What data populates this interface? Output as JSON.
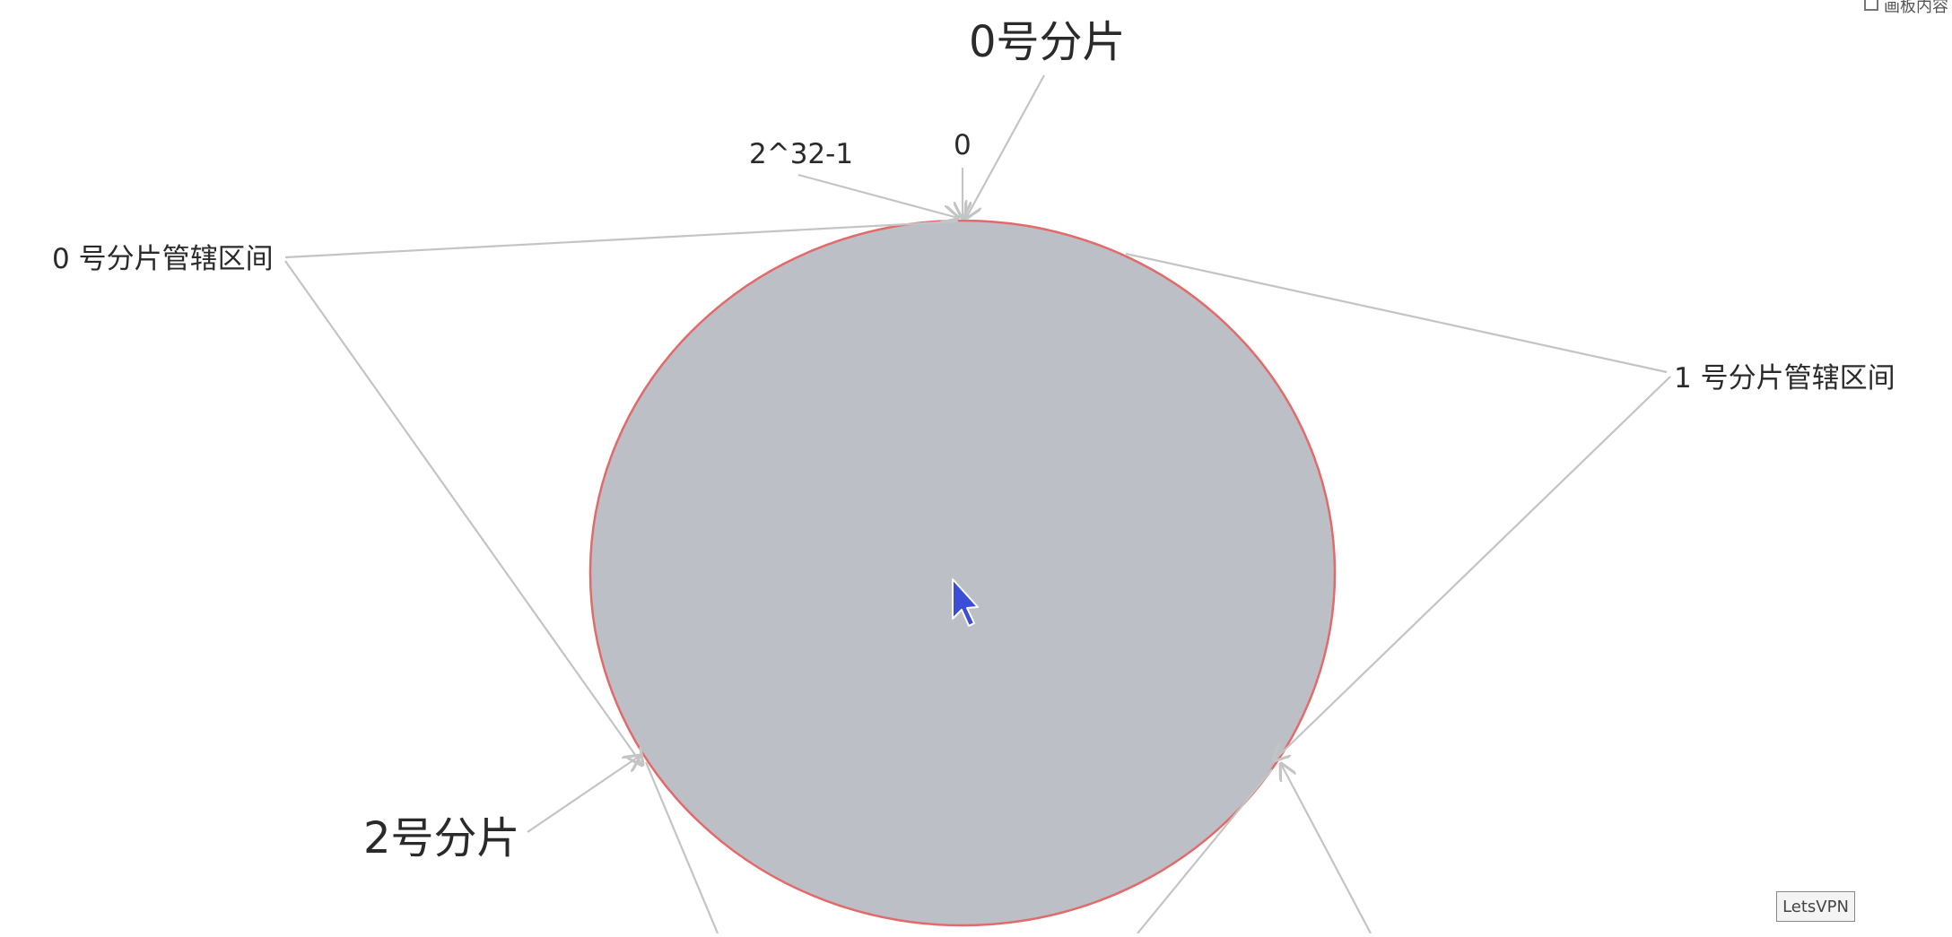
{
  "labels": {
    "shard0_title": "0号分片",
    "shard2_title": "2号分片",
    "max_value": "2^32-1",
    "zero_value": "0",
    "shard0_range": "0 号分片管辖区间",
    "shard1_range": "1 号分片管辖区间"
  },
  "colors": {
    "ring_fill": "#bcbfc5",
    "ring_stroke": "#e36a6a",
    "connector": "#c4c4c4",
    "text": "#2a2a2a",
    "cursor": "#3a4fd6"
  },
  "toolbar": {
    "top_right_label": "画板内容"
  },
  "badge": {
    "label": "LetsVPN"
  }
}
